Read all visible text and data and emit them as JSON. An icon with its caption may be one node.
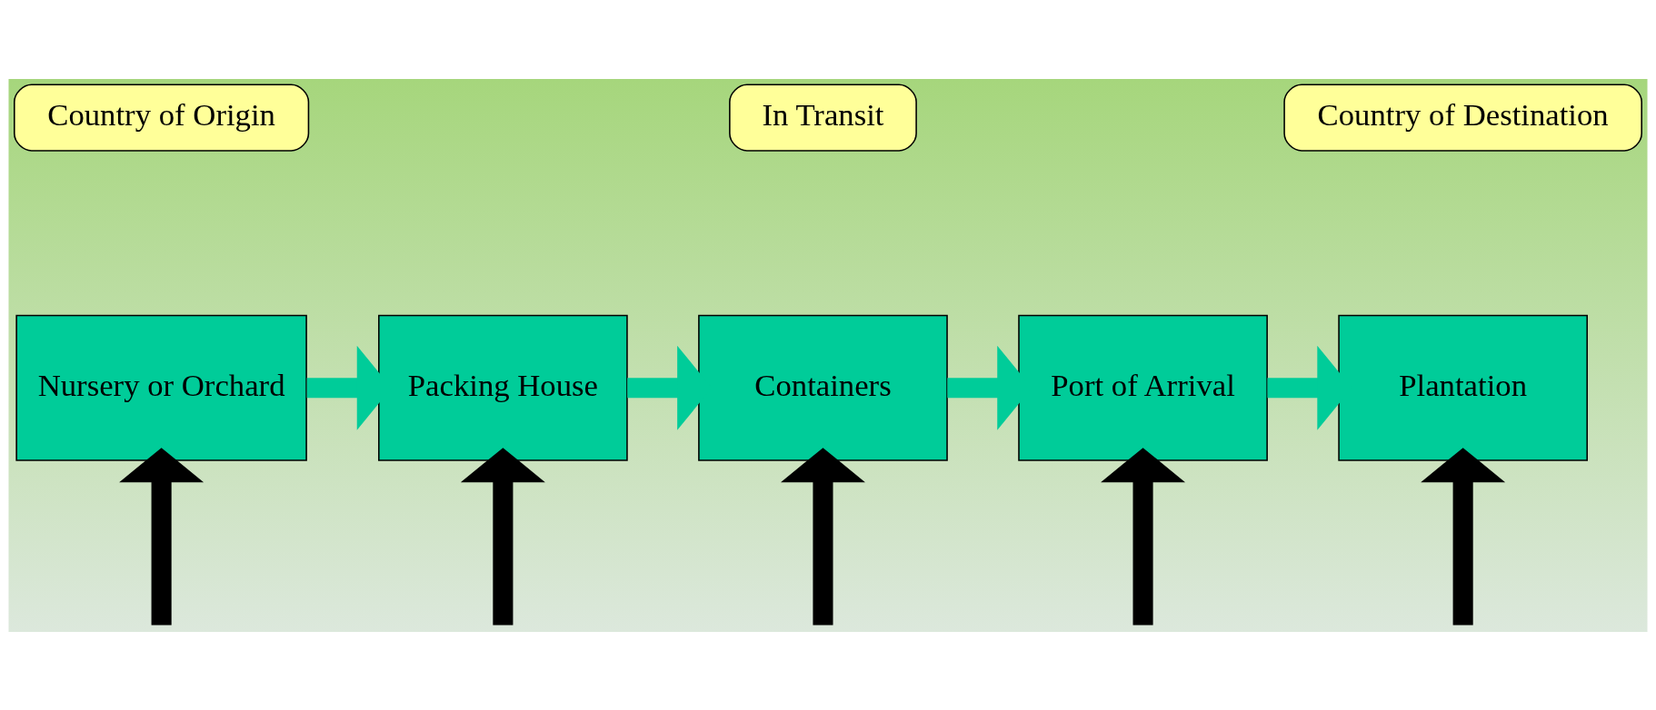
{
  "diagram": {
    "nodes": [
      {
        "text": [
          "Country of Origin"
        ]
      },
      {
        "text": [
          "In Transit"
        ]
      },
      {
        "text": [
          "Country of Destination"
        ]
      },
      {
        "text": [
          "Nursery or Orchard"
        ]
      },
      {
        "text": [
          "Packing House"
        ]
      },
      {
        "text": [
          "Containers"
        ]
      },
      {
        "text": [
          "Port of Arrival"
        ]
      },
      {
        "text": [
          "Plantation"
        ]
      }
    ],
    "edges": [
      {
        "from": 3,
        "to": 4,
        "arrow": "to",
        "color": "#00cc99"
      },
      {
        "from": 4,
        "to": 5,
        "arrow": "to",
        "color": "#00cc99"
      },
      {
        "from": 5,
        "to": 6,
        "arrow": "to",
        "color": "#00cc99"
      },
      {
        "from": 6,
        "to": 7,
        "arrow": "to",
        "color": "#00cc99"
      },
      {
        "from": null,
        "to": 3,
        "arrow": "to"
      },
      {
        "from": null,
        "to": 4,
        "arrow": "to"
      },
      {
        "from": null,
        "to": 5,
        "arrow": "to"
      },
      {
        "from": null,
        "to": 6,
        "arrow": "to"
      },
      {
        "from": null,
        "to": 7,
        "arrow": "to"
      }
    ]
  }
}
